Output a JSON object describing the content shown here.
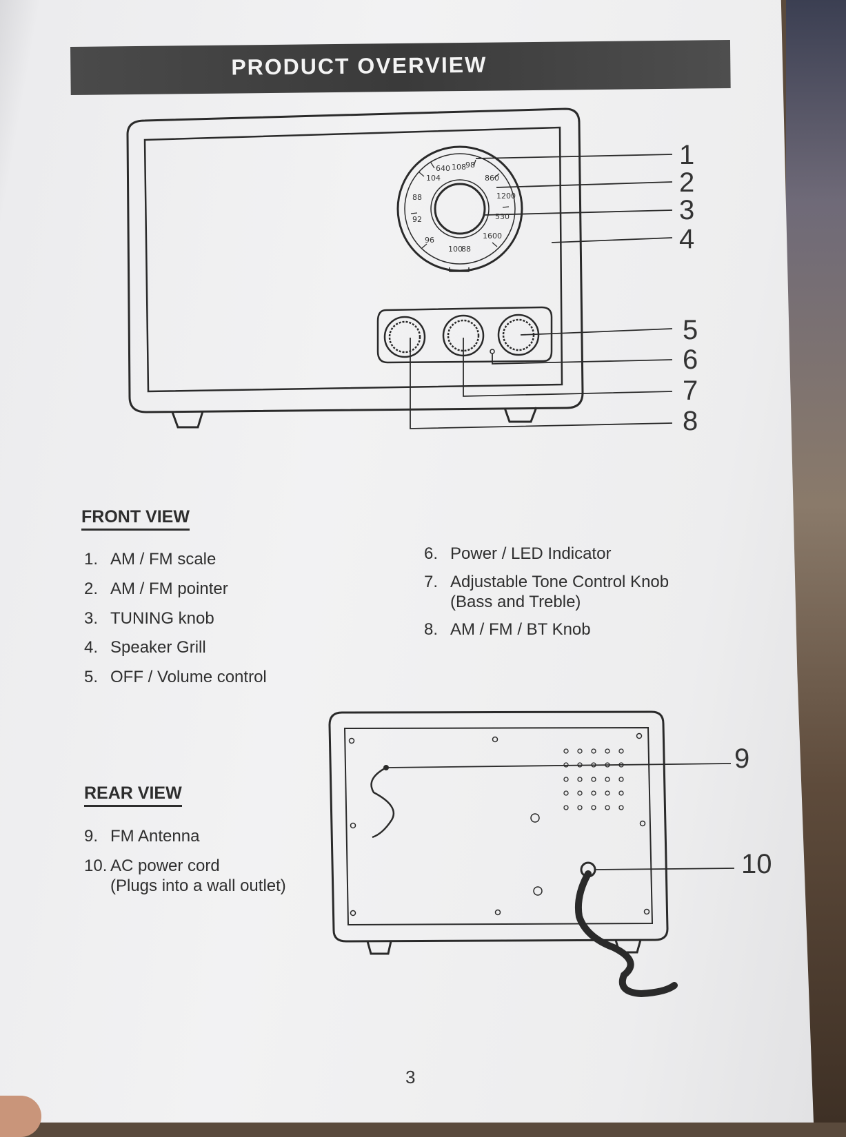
{
  "title": "PRODUCT OVERVIEW",
  "callout_numbers": [
    "1",
    "2",
    "3",
    "4",
    "5",
    "6",
    "7",
    "8",
    "9",
    "10"
  ],
  "dial_marks": [
    "108",
    "98",
    "104",
    "88",
    "92",
    "96",
    "100",
    "88",
    "1600",
    "530",
    "1200",
    "860",
    "640"
  ],
  "front_view": {
    "heading": "FRONT VIEW",
    "items_left": [
      {
        "n": "1.",
        "text": "AM / FM scale"
      },
      {
        "n": "2.",
        "text": "AM / FM pointer"
      },
      {
        "n": "3.",
        "text": "TUNING knob"
      },
      {
        "n": "4.",
        "text": "Speaker Grill"
      },
      {
        "n": "5.",
        "text": "OFF / Volume control"
      }
    ],
    "items_right": [
      {
        "n": "6.",
        "text": "Power / LED Indicator"
      },
      {
        "n": "7.",
        "text": "Adjustable Tone Control Knob\n(Bass and Treble)"
      },
      {
        "n": "8.",
        "text": "AM / FM / BT Knob"
      }
    ]
  },
  "rear_view": {
    "heading": "REAR VIEW",
    "items": [
      {
        "n": "9.",
        "text": "FM Antenna"
      },
      {
        "n": "10.",
        "text": "AC power cord\n(Plugs into a wall outlet)"
      }
    ]
  },
  "page_number": "3"
}
